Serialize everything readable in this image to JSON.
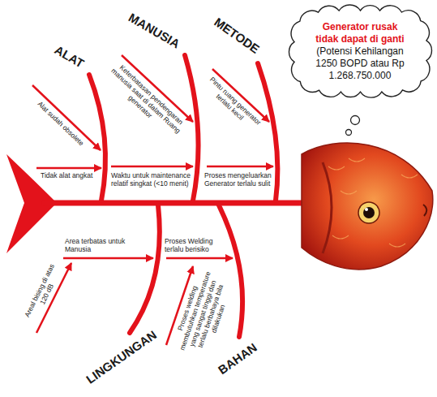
{
  "diagram": {
    "nodes": [
      {
        "text": [
          "Generator rusak tidak dapat di ganti",
          "(Potensi Kehilangan 1250 BOPD atau Rp 1.268.750.000"
        ]
      }
    ],
    "labels": [
      "ALAT",
      "Alat sudah obsolete",
      "Tidak alat angkat",
      "MANUSIA",
      "Keterbatasan pendengaran manusia saat di dalam Ruang generator",
      "Waktu untuk maintenance relatif singkat (<10 menit)",
      "METODE",
      "Pintu ruang generator terlalu kecil",
      "Proses mengeluarkan Generator terlalu sulit",
      "Area terbatas untuk Manusia",
      "Areal bising di atas 120 dB",
      "LINGKUNGAN",
      "Proses Welding terlalu berisiko",
      "Proses welding membutuhkan temperature yang sangat tinggi dan terlalu berbahaya bila dilakukan",
      "BAHAN"
    ]
  }
}
